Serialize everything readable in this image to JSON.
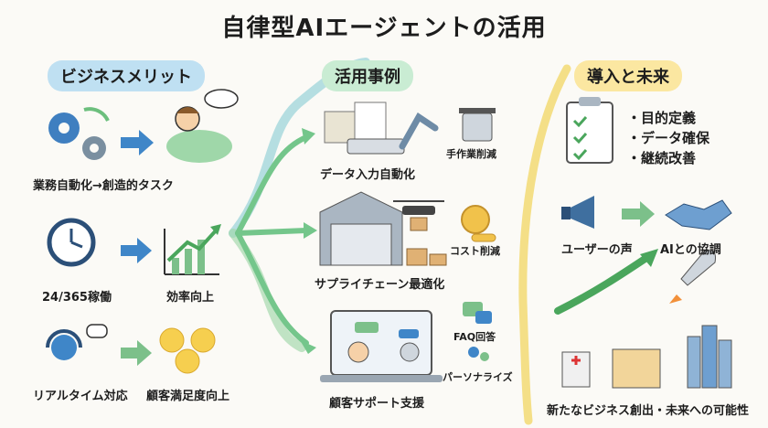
{
  "title": "自律型AIエージェントの活用",
  "sections": {
    "benefits": "ビジネスメリット",
    "cases": "活用事例",
    "future": "導入と未来"
  },
  "benefits": [
    {
      "label": "業務自動化→創造的タスク"
    },
    {
      "label": "24/365稼働",
      "result": "効率向上"
    },
    {
      "label": "リアルタイム対応",
      "result": "顧客満足度向上"
    }
  ],
  "cases": [
    {
      "label": "データ入力自動化",
      "side": "手作業削減"
    },
    {
      "label": "サプライチェーン最適化",
      "side": "コスト削減"
    },
    {
      "label": "顧客サポート支援",
      "side": "FAQ回答",
      "side2": "パーソナライズ"
    }
  ],
  "future": {
    "checklist": [
      "・目的定義",
      "・データ確保",
      "・継続改善"
    ],
    "voice": "ユーザーの声",
    "collab": "AIとの協調",
    "outlook": "新たなビジネス創出・未来への可能性"
  },
  "colors": {
    "accent_blue": "#3f86c8",
    "accent_green": "#7cc08a",
    "accent_yellow": "#f2d35a",
    "highlight_blue": "#bfe0f2",
    "highlight_yellow": "#fbe7a1"
  }
}
